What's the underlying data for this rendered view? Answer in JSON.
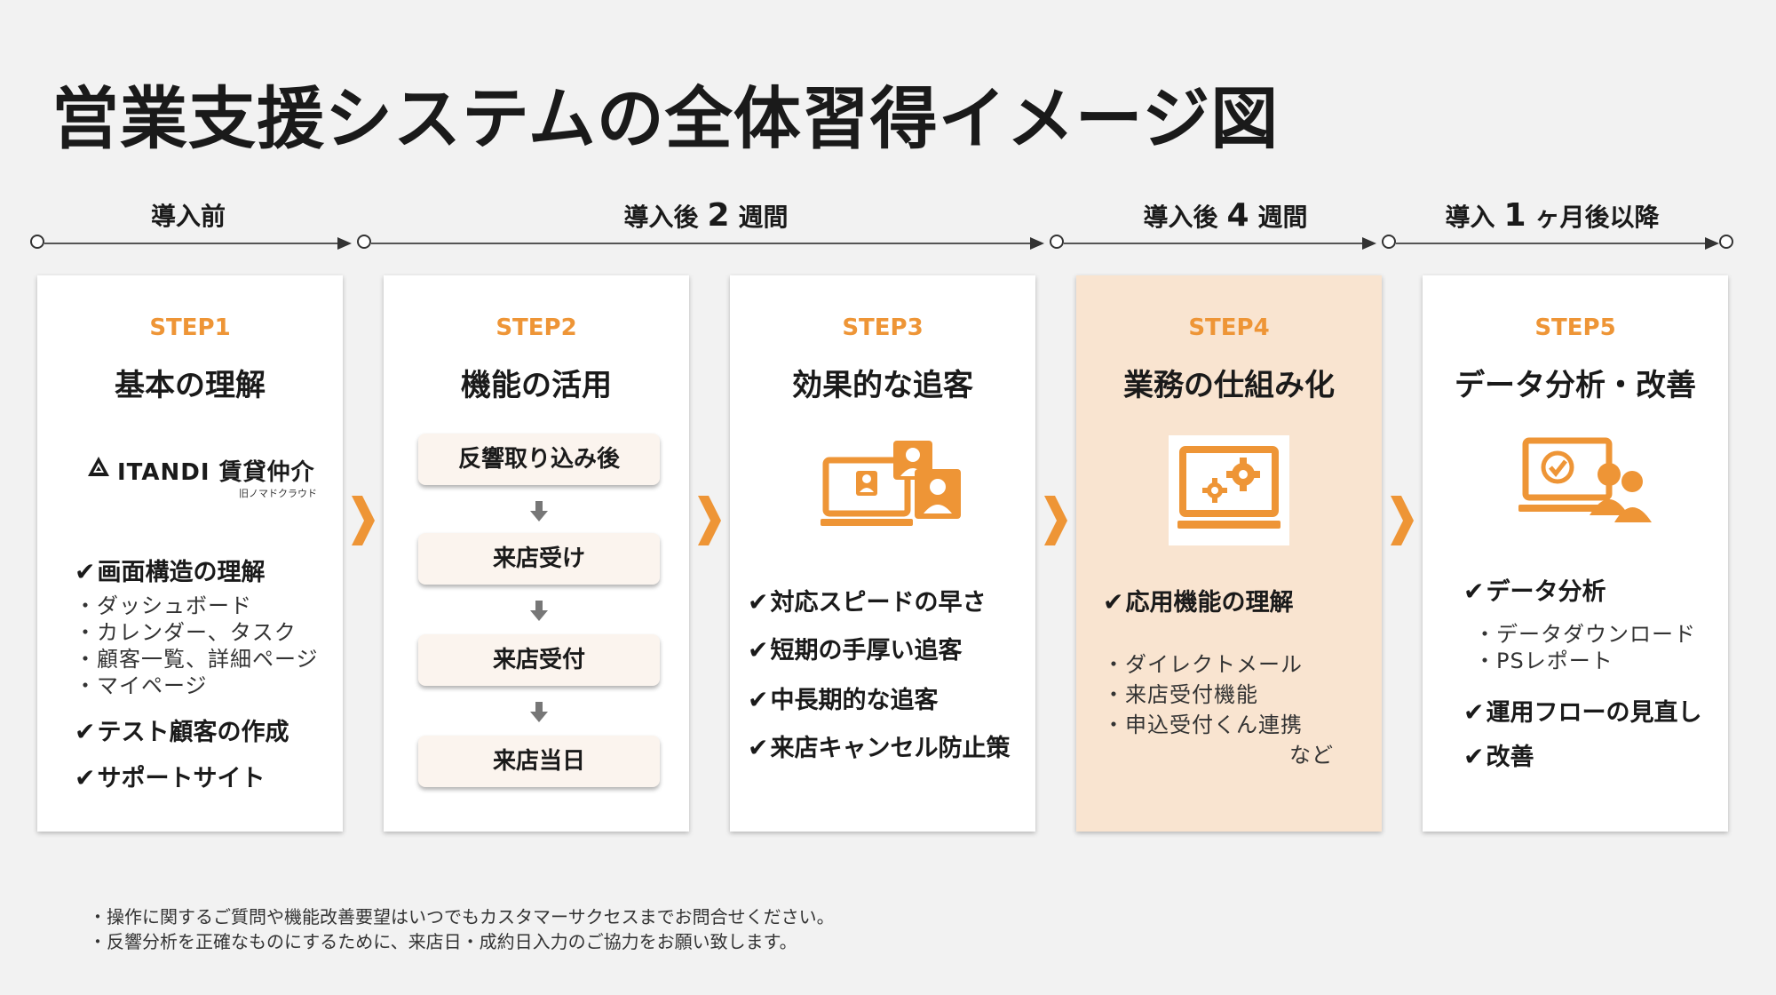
{
  "title": "営業支援システムの全体習得イメージ図",
  "timeline": {
    "phase1": "導入前",
    "phase2_pre": "導入後",
    "phase2_num": "2",
    "phase2_post": "週間",
    "phase3_pre": "導入後",
    "phase3_num": "4",
    "phase3_post": "週間",
    "phase4_pre": "導入",
    "phase4_num": "1",
    "phase4_post": "ヶ月後以降"
  },
  "colors": {
    "accent": "#ee9536",
    "highlight_bg": "#f9e4d0"
  },
  "steps": [
    {
      "tag": "STEP1",
      "title": "基本の理解",
      "brand_name": "ITANDI 賃貸仲介",
      "brand_sub": "旧ノマドクラウド",
      "checks": [
        "画面構造の理解",
        "テスト顧客の作成",
        "サポートサイト"
      ],
      "subs": [
        "・ダッシュボード",
        "・カレンダー、タスク",
        "・顧客一覧、詳細ページ",
        "・マイページ"
      ]
    },
    {
      "tag": "STEP2",
      "title": "機能の活用",
      "flow": [
        "反響取り込み後",
        "来店受け",
        "来店受付",
        "来店当日"
      ]
    },
    {
      "tag": "STEP3",
      "title": "効果的な追客",
      "icon": "devices-users-icon",
      "checks": [
        "対応スピードの早さ",
        "短期の手厚い追客",
        "中長期的な追客",
        "来店キャンセル防止策"
      ]
    },
    {
      "tag": "STEP4",
      "title": "業務の仕組み化",
      "icon": "monitor-gears-icon",
      "checks": [
        "応用機能の理解"
      ],
      "subs": [
        "・ダイレクトメール",
        "・来店受付機能",
        "・申込受付くん連携",
        "など"
      ]
    },
    {
      "tag": "STEP5",
      "title": "データ分析・改善",
      "icon": "monitor-check-users-icon",
      "checks": [
        "データ分析",
        "運用フローの見直し",
        "改善"
      ],
      "subs": [
        "・データダウンロード",
        "・PSレポート"
      ]
    }
  ],
  "check_mark": "✔",
  "notes": [
    "・操作に関するご質問や機能改善要望はいつでもカスタマーサクセスまでお問合せください。",
    "・反響分析を正確なものにするために、来店日・成約日入力のご協力をお願い致します。"
  ]
}
